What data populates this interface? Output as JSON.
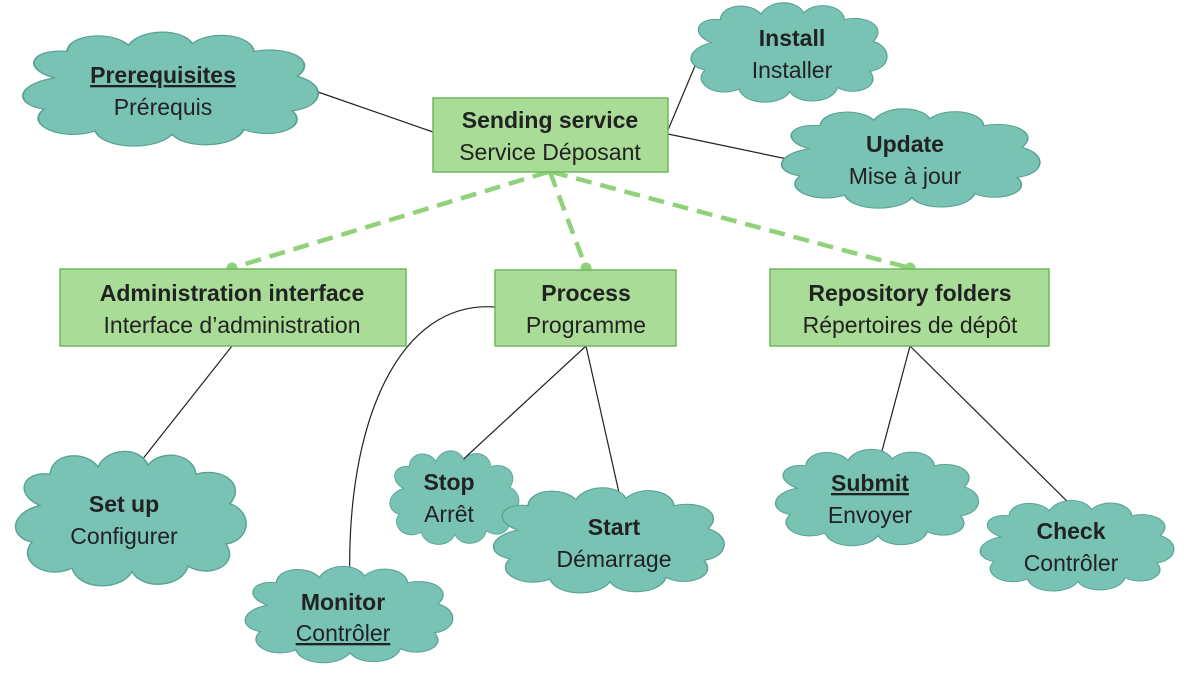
{
  "colors": {
    "box_fill": "#a9dc97",
    "box_stroke": "#70b85e",
    "cloud_fill": "#79c3b4",
    "cloud_stroke": "#5aa394",
    "dashed_link": "#8fd27a",
    "solid_link": "#222222"
  },
  "boxes": {
    "sending": {
      "title": "Sending service",
      "subtitle": "Service Déposant"
    },
    "admin": {
      "title": "Administration interface",
      "subtitle": "Interface d’administration"
    },
    "process": {
      "title": "Process",
      "subtitle": "Programme"
    },
    "repository": {
      "title": "Repository folders",
      "subtitle": "Répertoires de dépôt"
    }
  },
  "clouds": {
    "prerequisites": {
      "title": "Prerequisites",
      "subtitle": "Prérequis"
    },
    "install": {
      "title": "Install",
      "subtitle": "Installer"
    },
    "update": {
      "title": "Update",
      "subtitle": "Mise à jour"
    },
    "setup": {
      "title": "Set up",
      "subtitle": "Configurer"
    },
    "monitor": {
      "title": "Monitor",
      "subtitle": "Contrôler"
    },
    "stop": {
      "title": "Stop",
      "subtitle": "Arrêt"
    },
    "start": {
      "title": "Start",
      "subtitle": "Démarrage"
    },
    "submit": {
      "title": "Submit",
      "subtitle": "Envoyer"
    },
    "check": {
      "title": "Check",
      "subtitle": "Contrôler"
    }
  }
}
